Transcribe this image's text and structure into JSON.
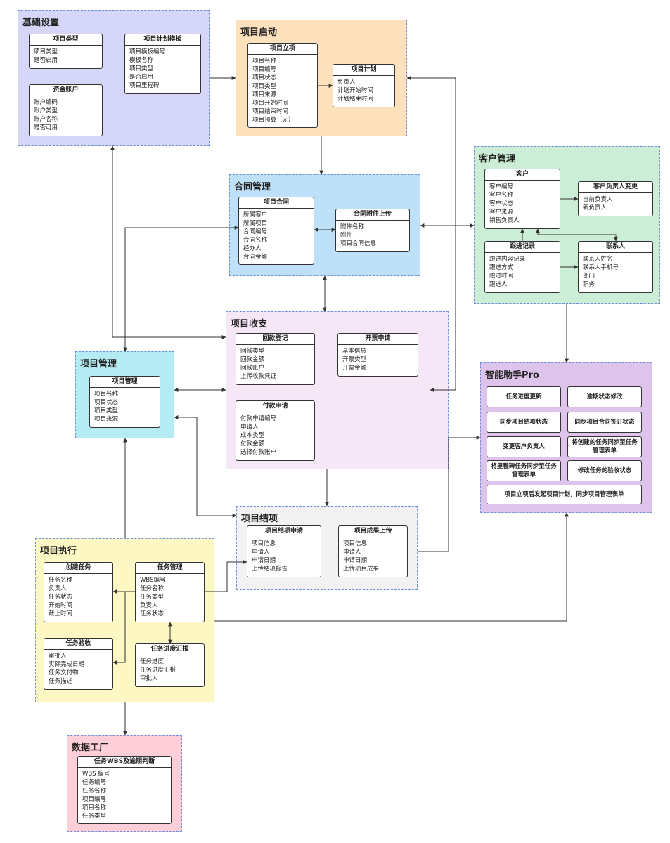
{
  "groups": {
    "basic": {
      "title": "基础设置",
      "color": "#d6d7f8"
    },
    "launch": {
      "title": "项目启动",
      "color": "#fde1bd"
    },
    "contract": {
      "title": "合同管理",
      "color": "#bee0f9"
    },
    "customer": {
      "title": "客户管理",
      "color": "#cdeed6"
    },
    "finance": {
      "title": "项目收支",
      "color": "#f6e7f7"
    },
    "projmgmt": {
      "title": "项目管理",
      "color": "#b5ecf3"
    },
    "assistant": {
      "title": "智能助手Pro",
      "color": "#dec3ea"
    },
    "closing": {
      "title": "项目结项",
      "color": "#f2f2f2"
    },
    "execution": {
      "title": "项目执行",
      "color": "#fdf7c3"
    },
    "factory": {
      "title": "数据工厂",
      "color": "#fecfd8"
    }
  },
  "entities": {
    "project_type": {
      "title": "项目类型",
      "attrs": [
        "项目类型",
        "是否启用"
      ]
    },
    "plan_template": {
      "title": "项目计划模板",
      "attrs": [
        "项目模板编号",
        "模板名称",
        "项目类型",
        "是否启用",
        "项目里程碑"
      ]
    },
    "fund_account": {
      "title": "资金账户",
      "attrs": [
        "账户编码",
        "账户类型",
        "账户名称",
        "是否可用"
      ]
    },
    "project_setup": {
      "title": "项目立项",
      "attrs": [
        "项目名称",
        "项目编号",
        "项目状态",
        "项目类型",
        "项目来源",
        "项目开始时间",
        "项目结束时间",
        "项目预算（元）"
      ]
    },
    "project_plan": {
      "title": "项目计划",
      "attrs": [
        "负责人",
        "计划开始时间",
        "计划结束时间"
      ]
    },
    "project_contract": {
      "title": "项目合同",
      "attrs": [
        "所属客户",
        "所属项目",
        "合同编号",
        "合同名称",
        "经办人",
        "合同金额"
      ]
    },
    "contract_attach": {
      "title": "合同附件上传",
      "attrs": [
        "附件名称",
        "附件",
        "项目合同信息"
      ]
    },
    "customer": {
      "title": "客户",
      "attrs": [
        "客户编号",
        "客户名称",
        "客户状态",
        "客户来源",
        "销售负责人"
      ]
    },
    "owner_change": {
      "title": "客户负责人变更",
      "attrs": [
        "当前负责人",
        "新负责人"
      ]
    },
    "follow_up": {
      "title": "跟进记录",
      "attrs": [
        "跟进内容记录",
        "跟进方式",
        "跟进时间",
        "跟进人"
      ]
    },
    "contact": {
      "title": "联系人",
      "attrs": [
        "联系人姓名",
        "联系人手机号",
        "部门",
        "职务"
      ]
    },
    "payment_record": {
      "title": "回款登记",
      "attrs": [
        "回款类型",
        "回款金额",
        "回款账户",
        "上传收款凭证"
      ]
    },
    "invoice_request": {
      "title": "开票申请",
      "attrs": [
        "基本信息",
        "开票类型",
        "开票金额"
      ]
    },
    "payment_request": {
      "title": "付款申请",
      "attrs": [
        "付款申请编号",
        "申请人",
        "成本类型",
        "付款金额",
        "选择付款账户"
      ]
    },
    "project_mgmt": {
      "title": "项目管理",
      "attrs": [
        "项目名称",
        "项目状态",
        "项目类型",
        "项目来源"
      ]
    },
    "closing_request": {
      "title": "项目结项申请",
      "attrs": [
        "项目信息",
        "申请人",
        "申请日期",
        "上传结项报告"
      ]
    },
    "deliverable_upload": {
      "title": "项目成果上传",
      "attrs": [
        "项目信息",
        "申请人",
        "申请日期",
        "上传项目成果"
      ]
    },
    "create_task": {
      "title": "创建任务",
      "attrs": [
        "任务名称",
        "负责人",
        "任务状态",
        "开始时间",
        "截止时间"
      ]
    },
    "task_mgmt": {
      "title": "任务管理",
      "attrs": [
        "WBS编号",
        "任务名称",
        "任务类型",
        "负责人",
        "任务状态"
      ]
    },
    "task_accept": {
      "title": "任务验收",
      "attrs": [
        "审批人",
        "实际完成日期",
        "任务交付物",
        "任务描述"
      ]
    },
    "task_progress": {
      "title": "任务进度汇报",
      "attrs": [
        "任务进度",
        "任务进度汇报",
        "审批人"
      ]
    },
    "wbs_overdue": {
      "title": "任务WBS及逾期判断",
      "attrs": [
        "WBS 编号",
        "任务编号",
        "任务名称",
        "项目编号",
        "项目名称",
        "任务类型"
      ]
    }
  },
  "assistant_buttons": {
    "task_progress_update": "任务进度更新",
    "overdue_status": "逾期状态修改",
    "sync_closing": "同步项目结项状态",
    "sync_contract_sign": "同步项目合同签订状态",
    "change_owner": "变更客户负责人",
    "sync_created_tasks": "将创建的任务同步至任务管理表单",
    "sync_milestone": "将里程碑任务同步至任务管理表单",
    "modify_acceptance": "修改任务的验收状态",
    "plan_after_setup": "项目立项后发起项目计划，同步项目管理表单"
  }
}
